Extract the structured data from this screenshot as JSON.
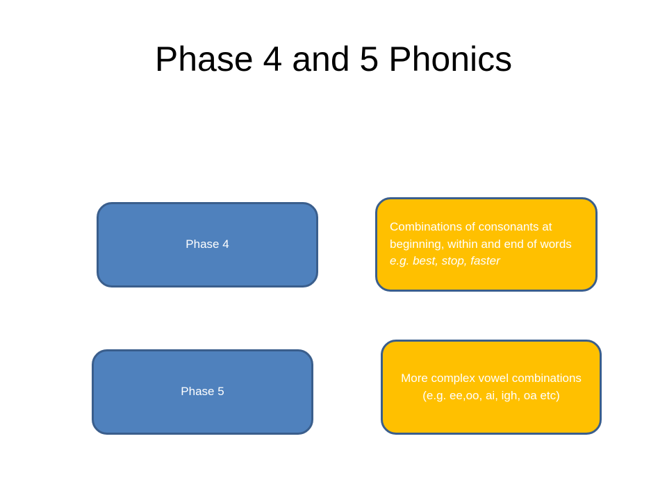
{
  "slide": {
    "title": "Phase 4 and 5 Phonics"
  },
  "phase4": {
    "label": "Phase 4",
    "description": "Combinations of consonants at beginning, within and end of words",
    "example": "e.g. best, stop, faster"
  },
  "phase5": {
    "label": "Phase 5",
    "description": "More complex vowel combinations (e.g. ee,oo, ai, igh, oa etc)"
  },
  "colors": {
    "phase_box": "#4f81bd",
    "phase_border": "#3a5e8c",
    "desc_box": "#ffc000"
  }
}
